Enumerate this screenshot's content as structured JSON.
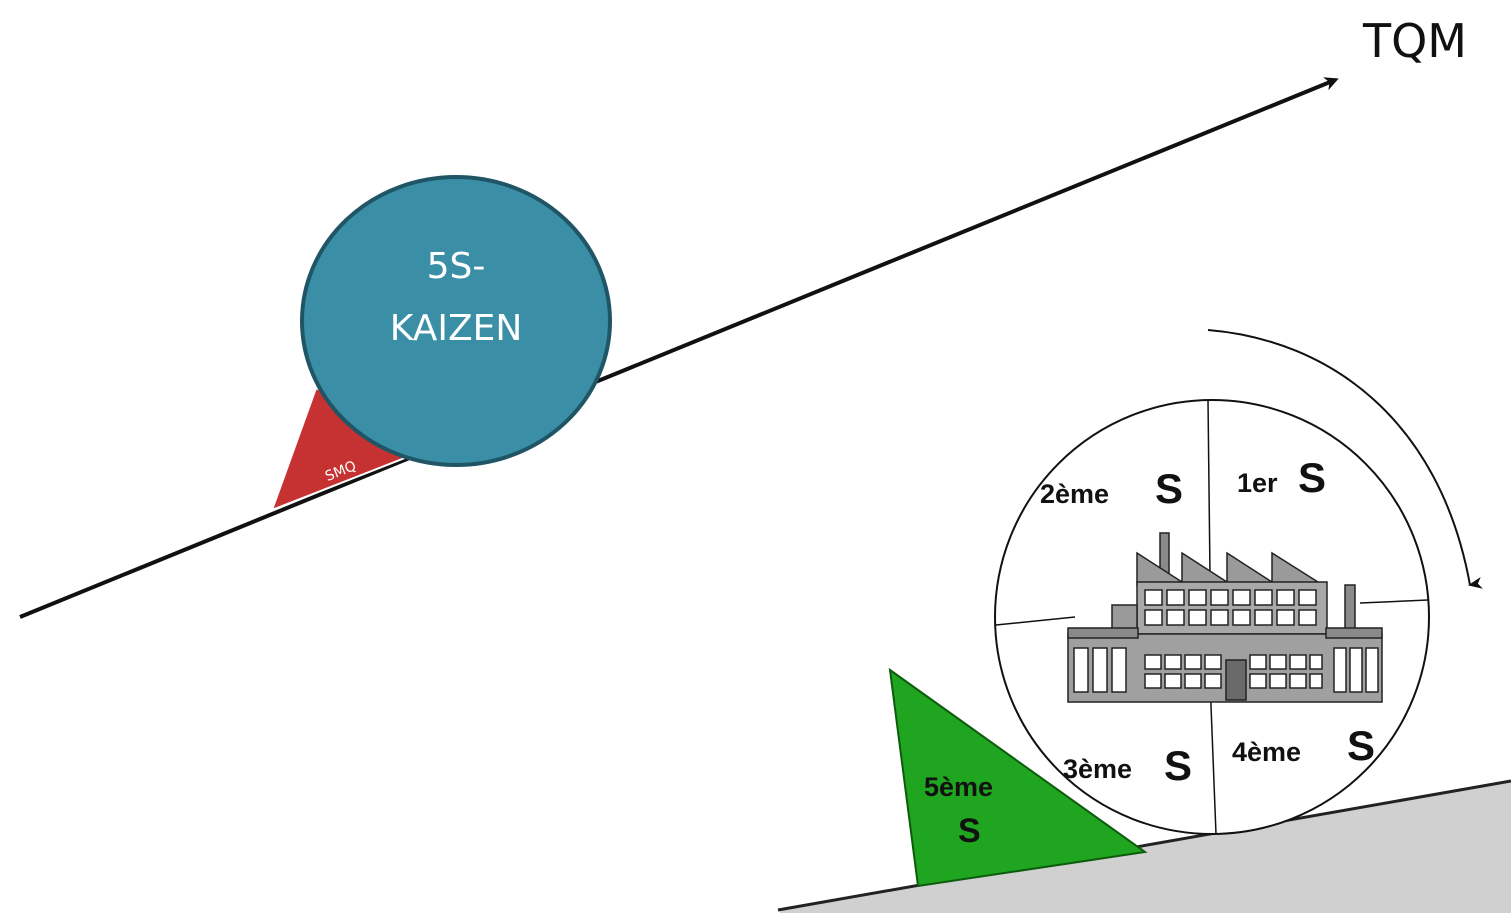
{
  "top": {
    "goal_label": "TQM"
  },
  "ball": {
    "line1": "5S-",
    "line2": "KAIZEN",
    "fill_color": "#3A8EA6"
  },
  "wedge": {
    "label": "SMQ",
    "fill_color": "#C63232"
  },
  "wheel": {
    "q1_text": "1er",
    "q1_s": "S",
    "q2_text": "2ème",
    "q2_s": "S",
    "q3_text": "3ème",
    "q3_s": "S",
    "q4_text": "4ème",
    "q4_s": "S",
    "factory_icon": "factory-icon",
    "rotation_icon": "clockwise-arrow-icon"
  },
  "green_wedge": {
    "line1": "5ème",
    "line2": "S",
    "fill_color": "#1FA51F"
  },
  "ground": {
    "fill_color": "#D0D0D0"
  }
}
